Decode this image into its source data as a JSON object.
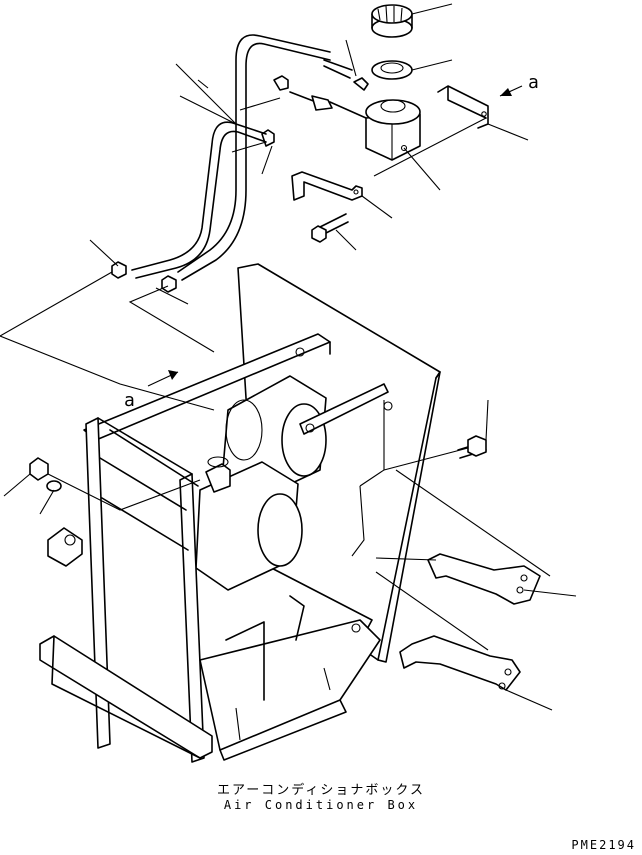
{
  "caption": {
    "jp": "エアーコンディショナボックス",
    "en": "Air Conditioner Box"
  },
  "drawing_code": "PME2194",
  "view_markers": {
    "upper": "a",
    "lower": "a"
  },
  "colors": {
    "ink": "#000000",
    "paper": "#ffffff"
  }
}
